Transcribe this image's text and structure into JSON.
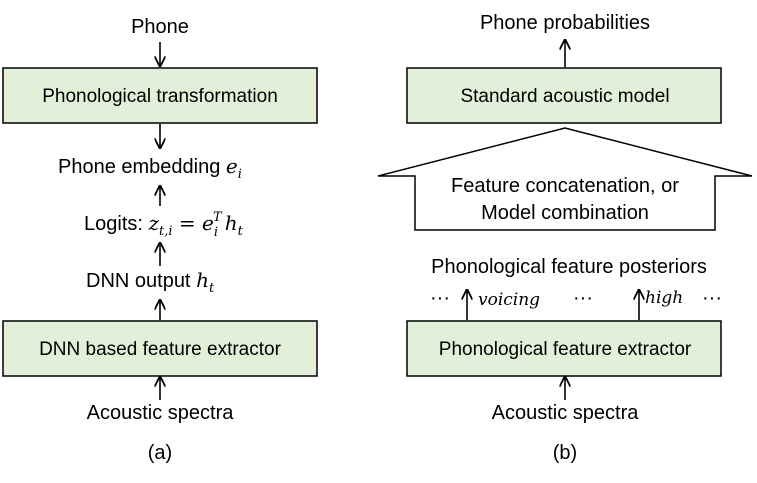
{
  "panel_a": {
    "caption": "(a)",
    "top_input": "Phone",
    "box_top": "Phonological transformation",
    "embedding_label": "Phone embedding ",
    "embedding_symbol": "e",
    "embedding_sub": "i",
    "logits_label": "Logits: ",
    "logits_z": "z",
    "logits_z_sub": "t,i",
    "logits_eq": " = ",
    "logits_e": "e",
    "logits_e_sub": "i",
    "logits_e_sup": "T",
    "logits_h": "h",
    "logits_h_sub": "t",
    "dnn_output_label": "DNN output ",
    "dnn_output_symbol": "h",
    "dnn_output_sub": "t",
    "box_bottom": "DNN based feature extractor",
    "bottom_input": "Acoustic spectra"
  },
  "panel_b": {
    "caption": "(b)",
    "top_output": "Phone probabilities",
    "box_top": "Standard acoustic model",
    "arrow_line1": "Feature concatenation, or",
    "arrow_line2": "Model combination",
    "posteriors_label": "Phonological feature posteriors",
    "ellipsis": "···",
    "feature_1": "voicing",
    "feature_2": "high",
    "box_bottom": "Phonological feature extractor",
    "bottom_input": "Acoustic spectra"
  }
}
